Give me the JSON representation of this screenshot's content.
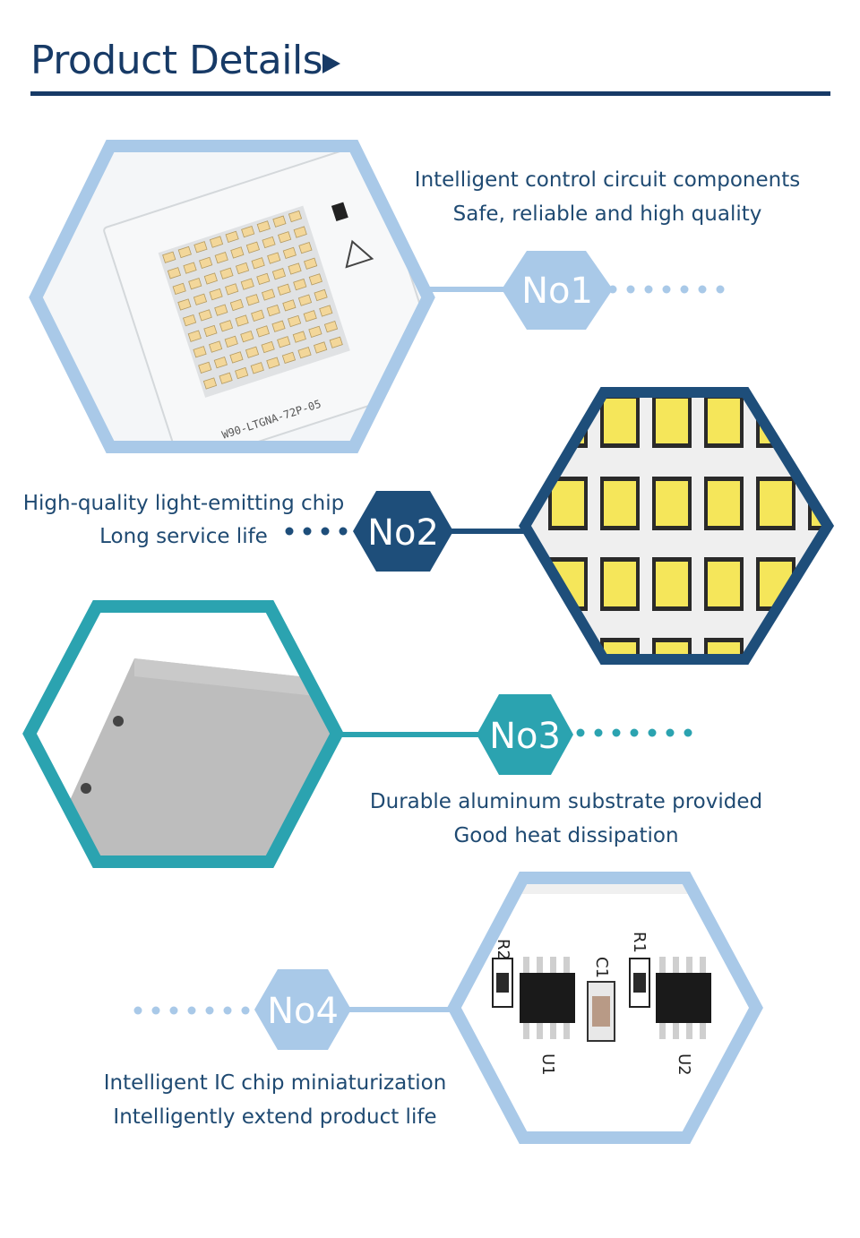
{
  "header": {
    "title": "Product Details"
  },
  "colors": {
    "light_blue": "#a9c9e8",
    "navy": "#1e4e7a",
    "teal": "#2ba3b0",
    "title": "#173a66"
  },
  "sections": [
    {
      "badge": "No1",
      "line1": "Intelligent control circuit components",
      "line2": "Safe, reliable and high quality",
      "image": "led-board-photo"
    },
    {
      "badge": "No2",
      "line1": "High-quality light-emitting chip",
      "line2": "Long service life",
      "image": "led-chip-closeup"
    },
    {
      "badge": "No3",
      "line1": "Durable aluminum substrate provided",
      "line2": "Good heat dissipation",
      "image": "aluminum-substrate-photo"
    },
    {
      "badge": "No4",
      "line1": "Intelligent IC chip miniaturization",
      "line2": "Intelligently extend product life",
      "image": "ic-chip-closeup"
    }
  ],
  "board": {
    "silkscreen": "W90-LTGNA-72P-05",
    "ic_labels": [
      "R2",
      "R1",
      "C1",
      "U1",
      "U2"
    ]
  }
}
